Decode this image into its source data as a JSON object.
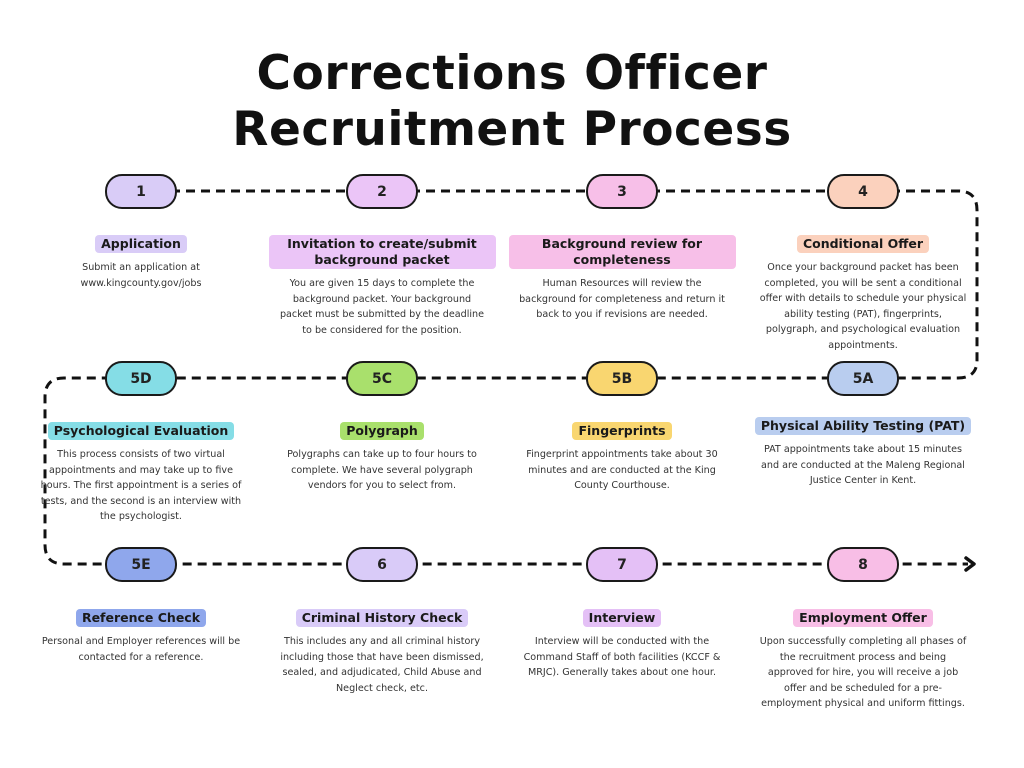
{
  "title_line1": "Corrections Officer",
  "title_line2": "Recruitment Process",
  "steps": [
    {
      "id": "1",
      "title": "Application",
      "desc": "Submit an application at www.kingcounty.gov/jobs",
      "color": "#d9ccf7"
    },
    {
      "id": "2",
      "title": "Invitation to create/submit background packet",
      "desc": "You are given 15 days to complete the background packet. Your background packet must be submitted by the deadline to be considered for the position.",
      "color": "#ebc5f7"
    },
    {
      "id": "3",
      "title": "Background review for completeness",
      "desc": "Human Resources will review the background for completeness and return it back to you if revisions are needed.",
      "color": "#f7bfe8"
    },
    {
      "id": "4",
      "title": "Conditional Offer",
      "desc": "Once your background packet has been completed, you will be sent a conditional offer with details to schedule your physical ability testing (PAT), fingerprints, polygraph, and psychological evaluation appointments.",
      "color": "#fbd1bd"
    },
    {
      "id": "5D",
      "title": "Psychological Evaluation",
      "desc": "This process consists of two virtual appointments and may take up to five hours. The first appointment is a series of tests, and the second is an interview with the psychologist.",
      "color": "#85dde6"
    },
    {
      "id": "5C",
      "title": "Polygraph",
      "desc": "Polygraphs can take up to four hours to complete. We have several polygraph vendors for you to select from.",
      "color": "#a9e06c"
    },
    {
      "id": "5B",
      "title": "Fingerprints",
      "desc": "Fingerprint appointments take about 30 minutes and are conducted at the King County Courthouse.",
      "color": "#f9d670"
    },
    {
      "id": "5A",
      "title": "Physical Ability Testing (PAT)",
      "desc": "PAT appointments take about 15 minutes and are conducted at the Maleng Regional Justice Center in Kent.",
      "color": "#b9cdef"
    },
    {
      "id": "5E",
      "title": "Reference Check",
      "desc": "Personal and Employer references will be contacted for a reference.",
      "color": "#8fa7ec"
    },
    {
      "id": "6",
      "title": "Criminal History Check",
      "desc": "This includes any and all criminal history including those that have been dismissed, sealed, and adjudicated, Child Abuse and Neglect check, etc.",
      "color": "#d9cbf8"
    },
    {
      "id": "7",
      "title": "Interview",
      "desc": "Interview will be conducted with the Command Staff of both facilities (KCCF & MRJC). Generally takes about one hour.",
      "color": "#e4c0f6"
    },
    {
      "id": "8",
      "title": "Employment Offer",
      "desc": "Upon successfully completing all phases of the recruitment process and being approved for hire, you will receive a job offer and be scheduled for a pre-employment physical and uniform fittings.",
      "color": "#f8bee6"
    }
  ]
}
